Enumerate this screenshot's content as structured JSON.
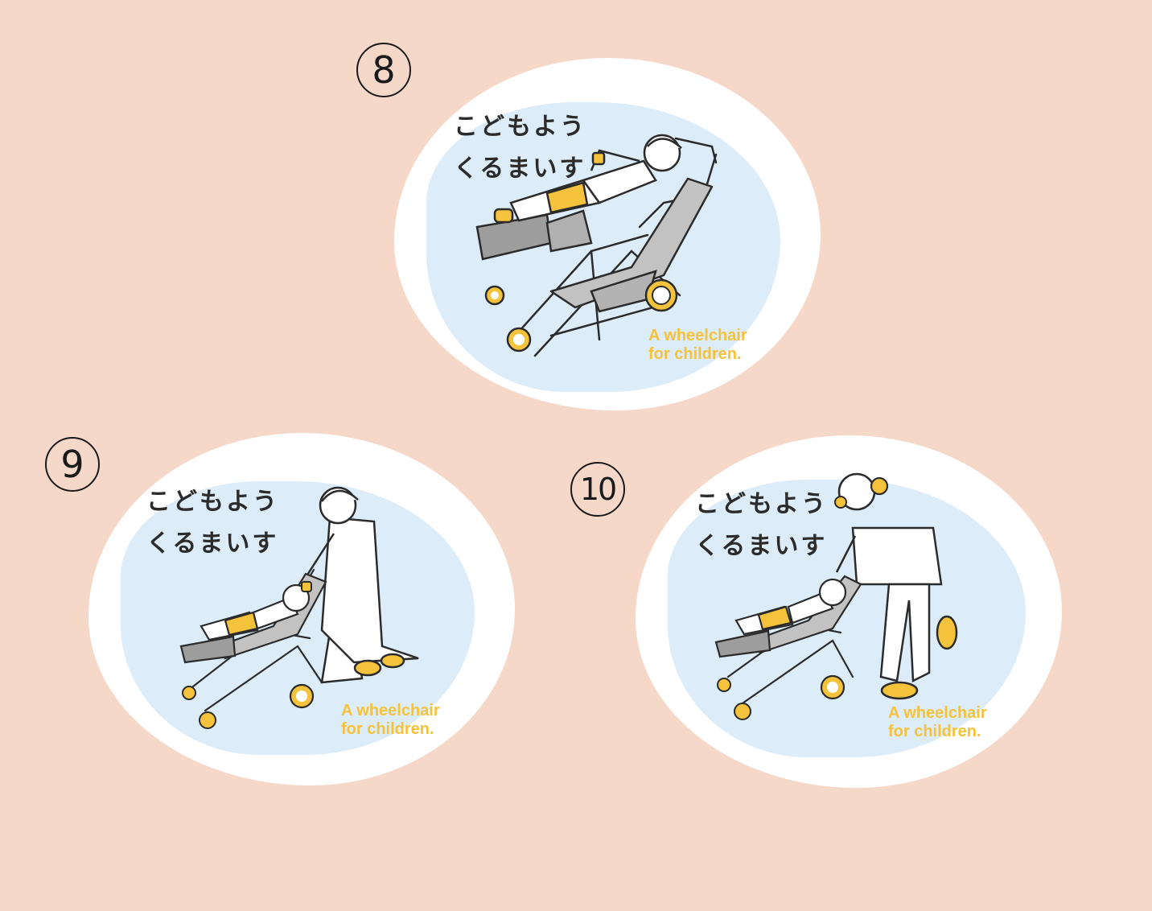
{
  "colors": {
    "background": "#f6d8c9",
    "sticker": "#ffffff",
    "blob": "#dcedf9",
    "accent": "#f5c23c",
    "ink": "#2b2b2b",
    "chair_gray": "#b9b9b9"
  },
  "stickers": [
    {
      "number": "8",
      "title_line1": "こどもよう",
      "title_line2": "くるまいす",
      "caption_line1": "A wheelchair",
      "caption_line2": "for children."
    },
    {
      "number": "9",
      "title_line1": "こどもよう",
      "title_line2": "くるまいす",
      "caption_line1": "A wheelchair",
      "caption_line2": "for children."
    },
    {
      "number": "10",
      "title_line1": "こどもよう",
      "title_line2": "くるまいす",
      "caption_line1": "A wheelchair",
      "caption_line2": "for children."
    }
  ]
}
